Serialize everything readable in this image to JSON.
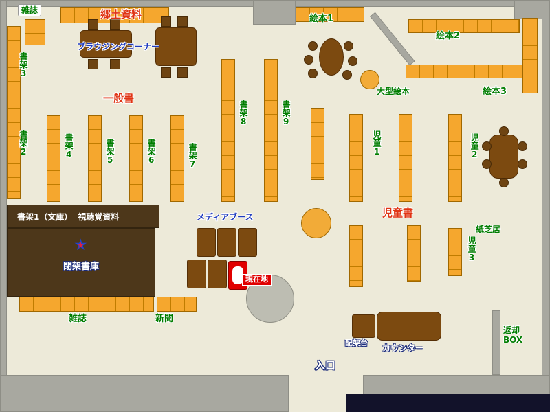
{
  "map": {
    "section_labels": {
      "local_materials": "郷土資料",
      "general_books": "一般書",
      "children_books": "児童書"
    },
    "corner_labels": {
      "browsing_corner": "ブラウジングコーナー",
      "media_booth": "メディアブース"
    },
    "shelves": {
      "magazines_top": "雑誌",
      "shelf1_bunko": "書架1（文庫）",
      "audio_visual": "視聴覚資料",
      "shelf2": "書架2",
      "shelf3": "書架3",
      "shelf4": "書架4",
      "shelf5": "書架5",
      "shelf6": "書架6",
      "shelf7": "書架7",
      "shelf8": "書架8",
      "shelf9": "書架9",
      "picture_books1": "絵本1",
      "picture_books2": "絵本2",
      "picture_books3": "絵本3",
      "large_picture_books": "大型絵本",
      "children1": "児童1",
      "children2": "児童2",
      "children3": "児童3",
      "kamishibai": "紙芝居",
      "magazines_bottom": "雑誌",
      "newspapers": "新聞"
    },
    "facilities": {
      "closed_stacks": "閉架書庫",
      "current_location": "現在地",
      "distribution_shelf": "配架台",
      "counter": "カウンター",
      "return_box": "返却BOX",
      "entrance": "入口"
    },
    "icons": {
      "star_marker": "★"
    },
    "colors": {
      "floor": "#edead9",
      "wall_gray": "#a8a8a0",
      "shelf_orange": "#f5a72e",
      "table_brown": "#7c4a10",
      "dark_stacks": "#4d371a",
      "label_green": "#007d00",
      "label_blue": "#1f3bbf",
      "accent_red": "#e03414",
      "current_red": "#e00000"
    }
  }
}
